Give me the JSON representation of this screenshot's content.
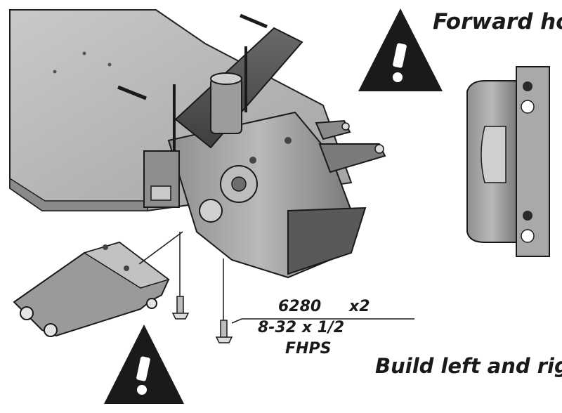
{
  "callouts": {
    "forward_holes": "Forward holes",
    "build_sides": "Build left and right sides!"
  },
  "parts_label": {
    "part_number": "6280",
    "quantity": "x2",
    "size": "8-32 x 1/2",
    "name": "FHPS"
  },
  "icons": [
    "warning-icon",
    "warning-icon"
  ],
  "colors": {
    "ink": "#1a1a1a",
    "part_gray": "#a8a8a8",
    "part_shadow": "#6e6e6e",
    "part_light": "#cfcfcf"
  }
}
